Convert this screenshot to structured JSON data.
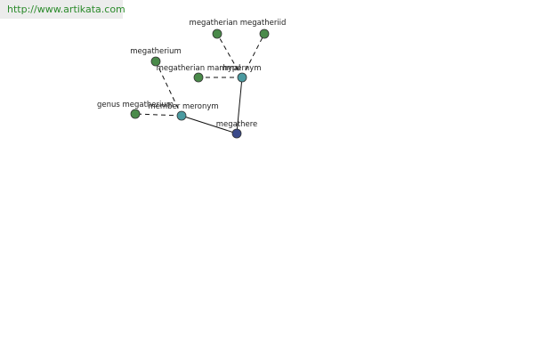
{
  "watermark": "http://www.artikata.com",
  "colors": {
    "leaf": "#4a8a4a",
    "relation": "#4a9aa0",
    "center": "#3a4a8a"
  },
  "nodes": {
    "center": {
      "label": "megathere"
    },
    "hypernym": {
      "label": "hypernym"
    },
    "member_meronym": {
      "label": "member meronym"
    },
    "megatherian_megatheriid": {
      "label": "megatherian megatheriid"
    },
    "megatherian_mammal": {
      "label": "megatherian mammal"
    },
    "megatherium": {
      "label": "megatherium"
    },
    "genus_megatherium": {
      "label": "genus megatherium"
    }
  }
}
